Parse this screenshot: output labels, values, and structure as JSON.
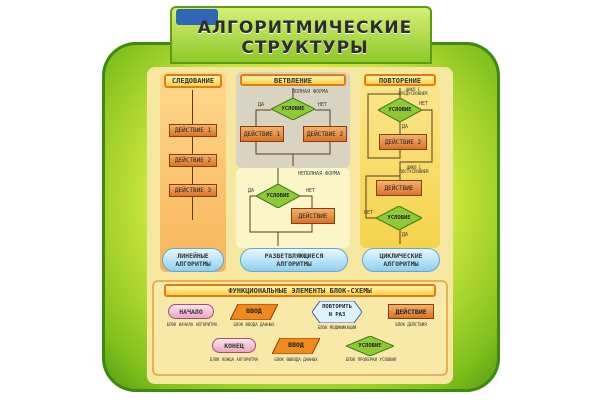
{
  "title": {
    "line1": "АЛГОРИТМИЧЕСКИЕ",
    "line2": "СТРУКТУРЫ"
  },
  "columns": {
    "sequence": {
      "header": "СЛЕДОВАНИЕ",
      "steps": [
        "ДЕЙСТВИЕ 1",
        "ДЕЙСТВИЕ 2",
        "ДЕЙСТВИЕ 3"
      ],
      "footer": {
        "line1": "ЛИНЕЙНЫЕ",
        "line2": "АЛГОРИТМЫ"
      }
    },
    "branch": {
      "header": "ВЕТВЛЕНИЕ",
      "full_label": "ПОЛНАЯ ФОРМА",
      "partial_label": "НЕПОЛНАЯ ФОРМА",
      "condition": "УСЛОВИЕ",
      "yes": "ДА",
      "no": "НЕТ",
      "action1": "ДЕЙСТВИЕ 1",
      "action2": "ДЕЙСТВИЕ 2",
      "action": "ДЕЙСТВИЕ",
      "footer": {
        "line1": "РАЗВЕТВЛЯЮЩИЕСЯ",
        "line2": "АЛГОРИТМЫ"
      }
    },
    "loop": {
      "header": "ПОВТОРЕНИЕ",
      "pre_label": {
        "line1": "ЦИКЛ С",
        "line2": "ПРЕДУСЛОВИЕМ"
      },
      "post_label": {
        "line1": "ЦИКЛ С",
        "line2": "ПОСТУСЛОВИЕМ"
      },
      "condition": "УСЛОВИЕ",
      "yes": "ДА",
      "no": "НЕТ",
      "action2": "ДЕЙСТВИЕ 2",
      "action": "ДЕЙСТВИЕ",
      "footer": {
        "line1": "ЦИКЛИЧЕСКИЕ",
        "line2": "АЛГОРИТМЫ"
      }
    }
  },
  "elements": {
    "header": "ФУНКЦИОНАЛЬНЫЕ ЭЛЕМЕНТЫ БЛОК-СХЕМЫ",
    "start": {
      "label": "НАЧАЛО",
      "caption": "БЛОК НАЧАЛА АЛГОРИТМА"
    },
    "input": {
      "label": "ВВОД",
      "caption": "БЛОК ВВОДА ДАННЫХ"
    },
    "modify": {
      "label1": "ПОВТОРИТЬ",
      "label2": "N РАЗ",
      "caption": "БЛОК МОДИФИКАЦИИ"
    },
    "action": {
      "label": "ДЕЙСТВИЕ",
      "caption": "БЛОК ДЕЙСТВИЯ"
    },
    "end": {
      "label": "КОНЕЦ",
      "caption": "БЛОК КОНЦА АЛГОРИТМА"
    },
    "output": {
      "label": "ВВОД",
      "caption": "БЛОК ВЫВОДА ДАННЫХ"
    },
    "condition": {
      "label": "УСЛОВИЕ",
      "caption": "БЛОК ПРОВЕРКИ УСЛОВИЯ"
    }
  },
  "colors": {
    "board_green": "#7fbf1c",
    "panel": "#f6e7a0",
    "action_box": "#d9742a",
    "condition": "#8ec93a",
    "accent_orange": "#e07d10",
    "title_blue": "#2f66b8"
  }
}
